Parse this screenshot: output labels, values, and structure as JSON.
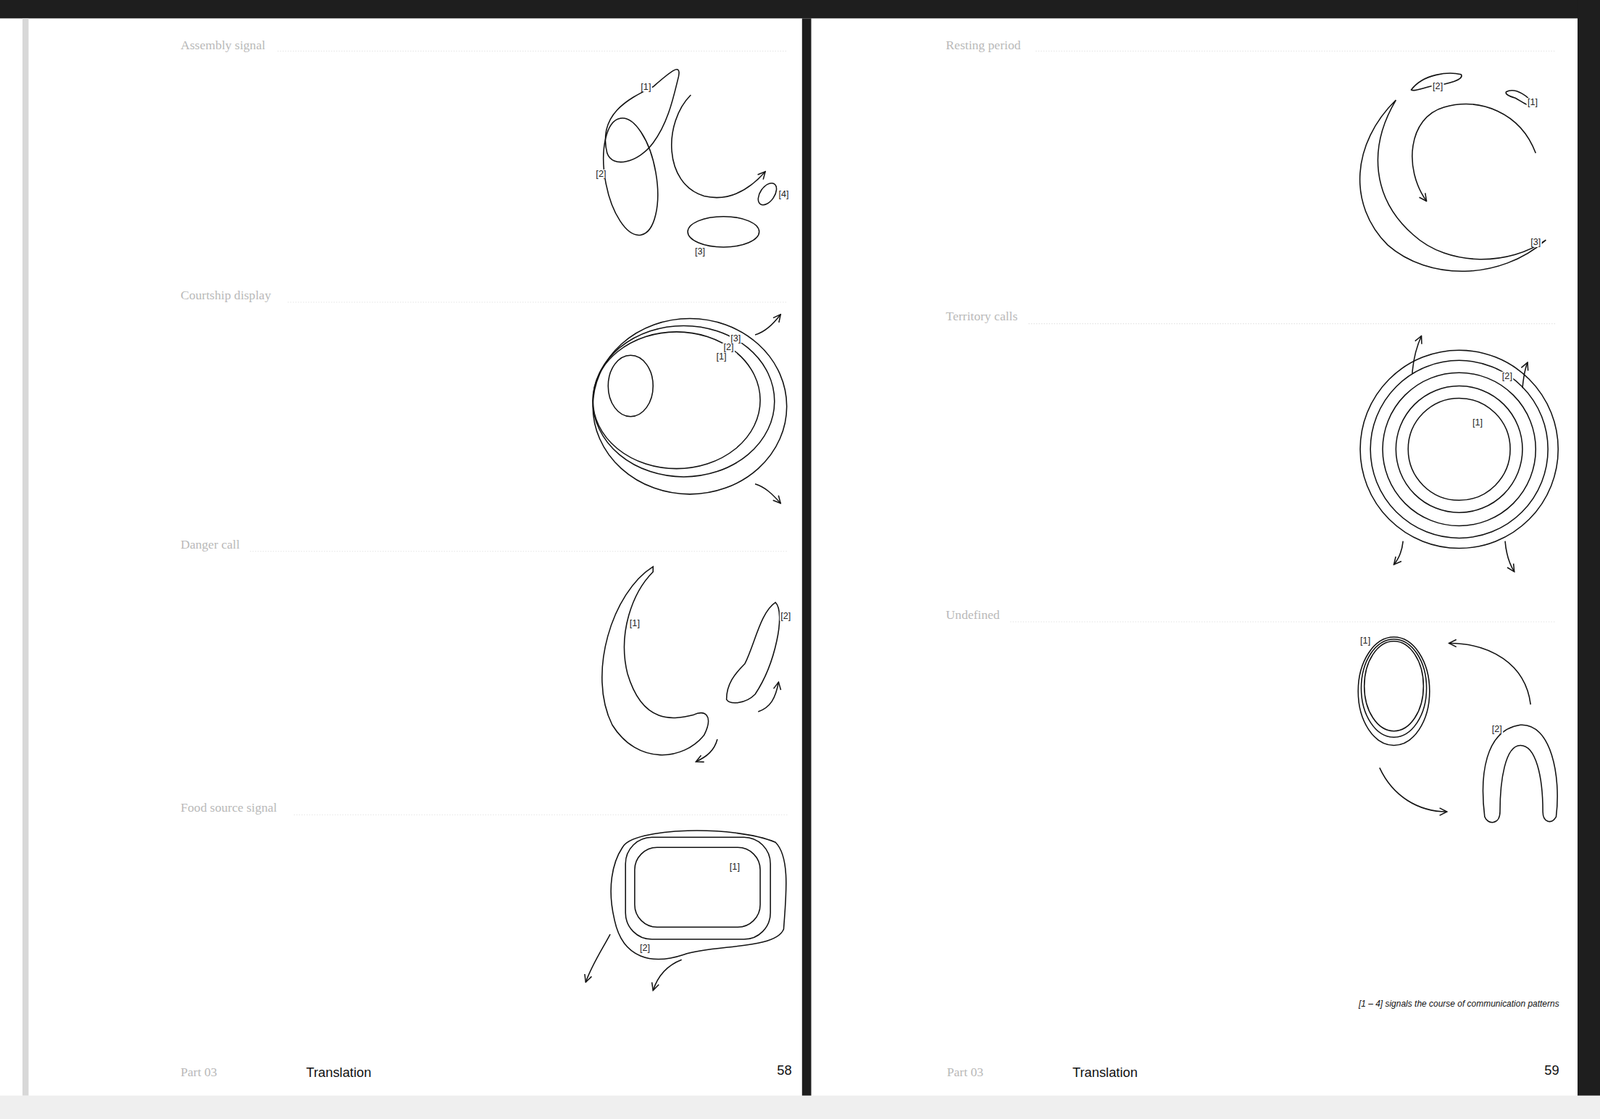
{
  "diagram": {
    "caption": "[1 – 4] signals the course of communication patterns",
    "labels": [
      "Assembly signal",
      "[1]",
      "[2]",
      "[4]",
      "[3]",
      "Courtship display",
      "[3]",
      "[2]",
      "[1]",
      "Danger call",
      "[1]",
      "[2]",
      "Food source signal",
      "[1]",
      "[2]",
      "Resting period",
      "[2]",
      "[1]",
      "[3]",
      "Territory calls",
      "[2]",
      "[1]",
      "Undefined",
      "[1]",
      "[2]",
      "Part 03",
      "Translation",
      "58",
      "Part 03",
      "Translation",
      "59"
    ]
  }
}
